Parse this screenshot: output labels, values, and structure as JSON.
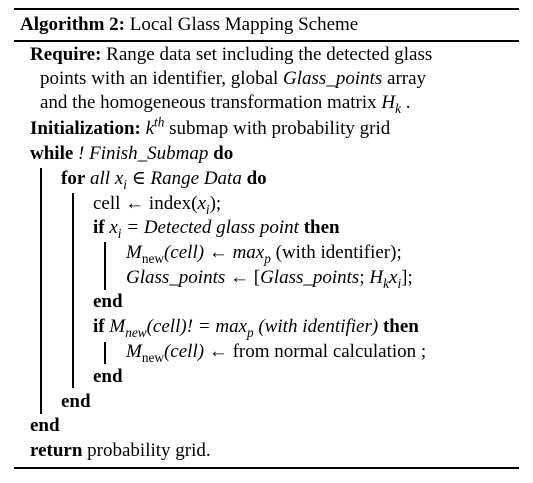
{
  "title": {
    "label": "Algorithm 2:",
    "name": "Local Glass Mapping Scheme"
  },
  "require": {
    "keyword": "Require:",
    "line1": "Range data set including the detected glass",
    "line2_pre": "points with an identifier, global ",
    "line2_var": "Glass_points",
    "line2_post": " array",
    "line3_pre": "and the homogeneous transformation matrix ",
    "line3_var": "H",
    "line3_sub": "k",
    "line3_post": " ."
  },
  "init": {
    "keyword": "Initialization:",
    "var": "k",
    "sup": "th",
    "rest": " submap with probability grid"
  },
  "while": {
    "keyword": "while",
    "cond": "! Finish_Submap",
    "do": "do"
  },
  "for": {
    "keyword": "for",
    "cond": "all x",
    "cond_sub": "i",
    "cond_rest": " ∈ Range Data",
    "do": "do"
  },
  "cell_line": {
    "pre": "cell ← index(",
    "var": "x",
    "sub": "i",
    "post": ");"
  },
  "if1": {
    "keyword": "if",
    "var": "x",
    "sub": "i",
    "cond": " = Detected glass point",
    "then": "then"
  },
  "m_assign1": {
    "m": "M",
    "sub": "new",
    "arg": "(cell)",
    "arrow": " ← ",
    "maxp": "max",
    "maxp_sub": "p",
    "rest": " (with identifier);"
  },
  "glass_assign": {
    "lhs": "Glass_points",
    "arrow": " ← [",
    "inner": "Glass_points",
    "semi": "; ",
    "h": "H",
    "hsub": "k",
    "x": "x",
    "xsub": "i",
    "close": "];"
  },
  "end1": "end",
  "if2": {
    "keyword": "if",
    "m": "M",
    "sub": "new",
    "cond": "(cell)! = ",
    "maxp": "max",
    "maxp_sub": "p",
    "cond_rest": " (with identifier)",
    "then": "then"
  },
  "m_assign2": {
    "m": "M",
    "sub": "new",
    "arg": "(cell)",
    "rest": " ← from normal calculation ;"
  },
  "end2": "end",
  "end_for": "end",
  "end_while": "end",
  "return": {
    "keyword": "return",
    "value": "probability grid."
  }
}
